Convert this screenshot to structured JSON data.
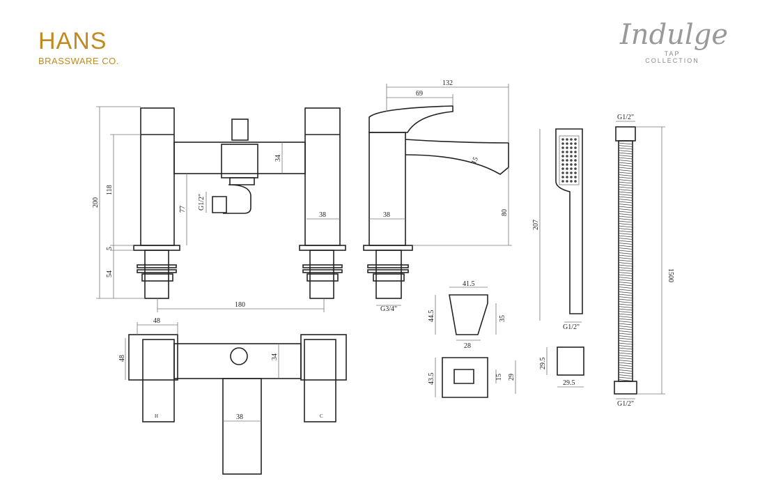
{
  "brand": {
    "name": "HANS",
    "subtitle": "BRASSWARE CO.",
    "color": "#c08a1e"
  },
  "collection": {
    "title": "Indulge",
    "line1": "TAP",
    "line2": "COLLECTION"
  },
  "front_view": {
    "d200": "200",
    "d118": "118",
    "d5": "5",
    "d54": "54",
    "d77": "77",
    "d34": "34",
    "d38": "38",
    "d180": "180",
    "thread": "G1/2\""
  },
  "side_view": {
    "d132": "132",
    "d69": "69",
    "d38": "38",
    "d80": "80",
    "d15": "15",
    "thread": "G3/4\""
  },
  "top_view": {
    "d48w": "48",
    "d48h": "48",
    "d34": "34",
    "d38": "38",
    "hot": "H",
    "cold": "C"
  },
  "bracket": {
    "d41_5": "41.5",
    "d44_5": "44.5",
    "d35": "35",
    "d28": "28",
    "d43_5": "43.5",
    "d15": "15",
    "d29": "29"
  },
  "handset": {
    "d207": "207",
    "thread": "G1/2\"",
    "d29_5a": "29.5",
    "d29_5b": "29.5"
  },
  "hose": {
    "thread_top": "G1/2\"",
    "thread_bottom": "G1/2\"",
    "d1500": "1500"
  }
}
